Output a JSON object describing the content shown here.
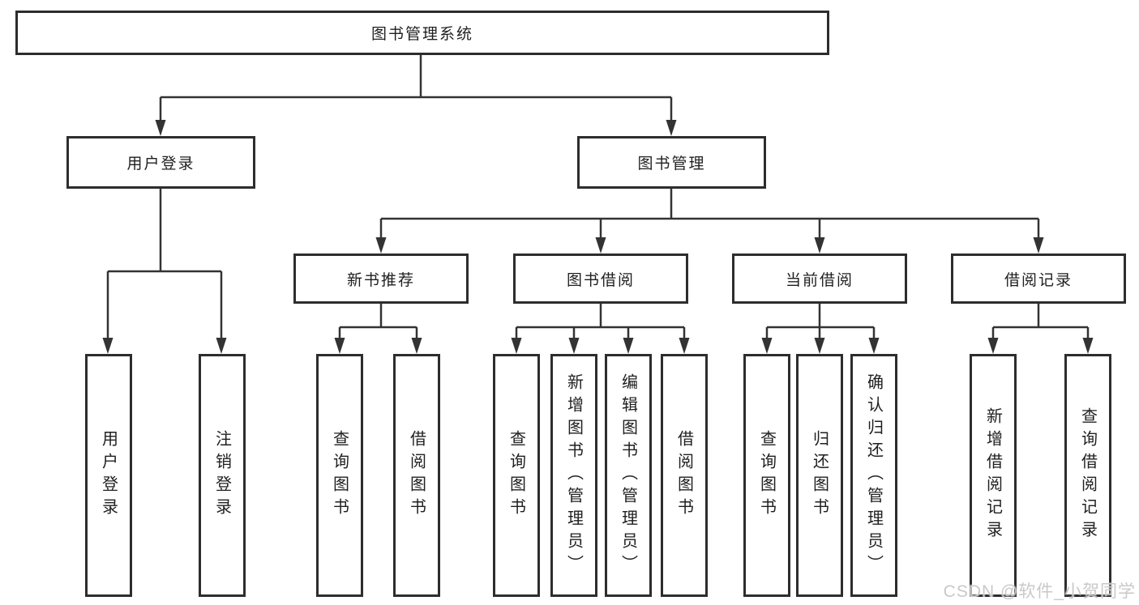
{
  "tree": {
    "root": {
      "label": "图书管理系统"
    },
    "level2": [
      {
        "label": "用户登录"
      },
      {
        "label": "图书管理"
      }
    ],
    "level3": [
      {
        "label": "新书推荐"
      },
      {
        "label": "图书借阅"
      },
      {
        "label": "当前借阅"
      },
      {
        "label": "借阅记录"
      }
    ],
    "leaves": {
      "user_login": [
        "用户登录",
        "注销登录"
      ],
      "new_book": [
        "查询图书",
        "借阅图书"
      ],
      "book_borrow": [
        "查询图书",
        "新增图书（管理员）",
        "编辑图书（管理员）",
        "借阅图书"
      ],
      "current_borrow": [
        "查询图书",
        "归还图书",
        "确认归还（管理员）"
      ],
      "borrow_records": [
        "新增借阅记录",
        "查询借阅记录"
      ]
    }
  },
  "watermark": "CSDN @软件_小贺同学",
  "colors": {
    "line": "#333333",
    "box_border": "#2d2d2d",
    "text": "#1f1f1f",
    "background": "#ffffff",
    "watermark": "#c9c9c9"
  }
}
